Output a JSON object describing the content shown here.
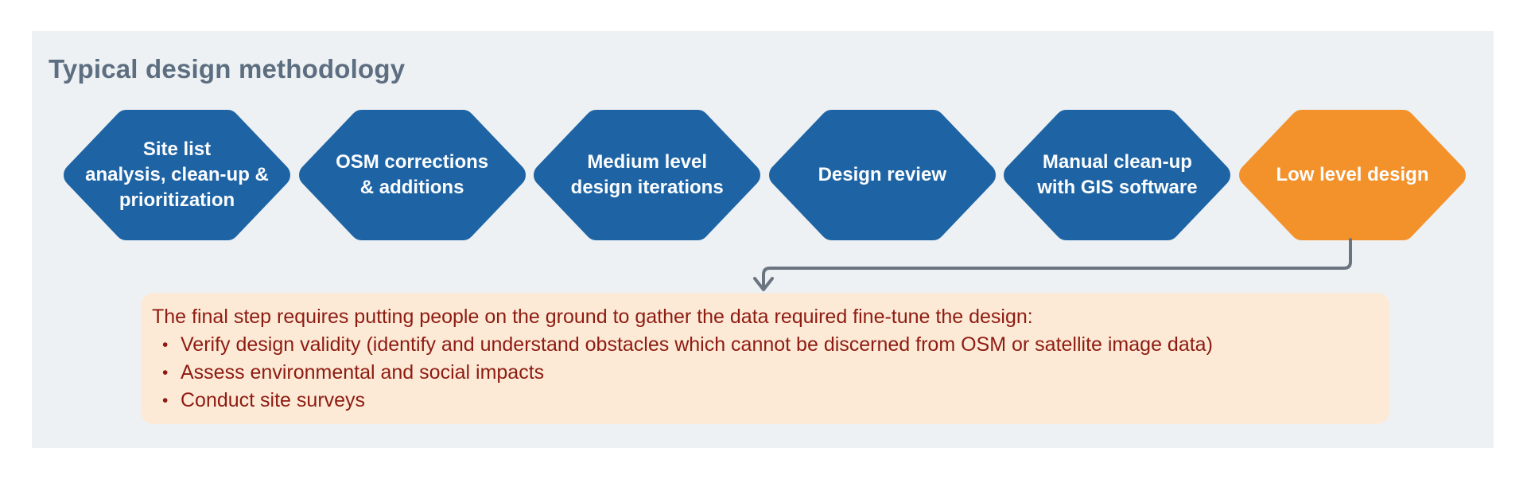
{
  "title": "Typical design methodology",
  "colors": {
    "page_bg": "#FFFFFF",
    "panel_bg": "#EDF1F4",
    "title_text": "#5C6E80",
    "step_blue": "#1E64A5",
    "step_orange": "#F3922B",
    "step_label_text": "#FCFDFE",
    "arrow": "#6A7580",
    "note_bg": "#FCEAD7",
    "note_text": "#8E1B11"
  },
  "steps": [
    {
      "label": "Site list\nanalysis, clean-up &\nprioritization",
      "color": "#1E64A5"
    },
    {
      "label": "OSM corrections\n& additions",
      "color": "#1E64A5"
    },
    {
      "label": "Medium level\ndesign iterations",
      "color": "#1E64A5"
    },
    {
      "label": "Design review",
      "color": "#1E64A5"
    },
    {
      "label": "Manual clean-up\nwith GIS software",
      "color": "#1E64A5"
    },
    {
      "label": "Low level design",
      "color": "#F3922B"
    }
  ],
  "note": {
    "bullet_glyph": "•",
    "intro": "The final step requires putting people on the ground to gather the data required fine-tune the design:",
    "bullets": [
      "Verify design validity (identify and understand obstacles which cannot be discerned from OSM or satellite image data)",
      "Assess environmental and social impacts",
      "Conduct site surveys"
    ]
  }
}
